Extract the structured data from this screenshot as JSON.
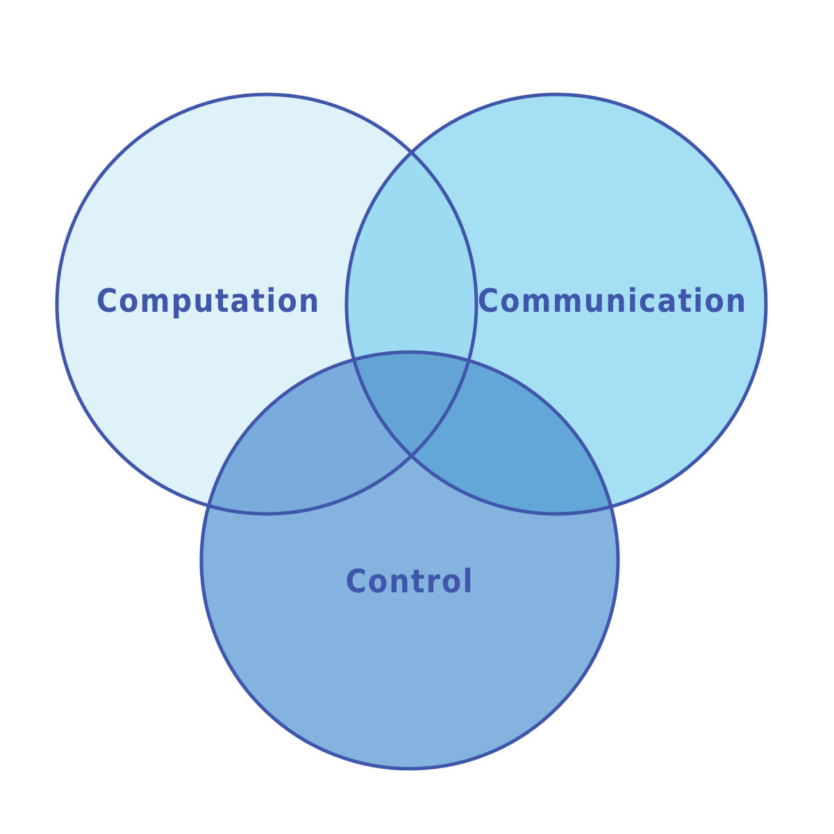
{
  "diagram": {
    "type": "venn",
    "colors": {
      "stroke": "#3f56aa",
      "label": "#3f56aa",
      "background": "#ffffff"
    },
    "sets": [
      {
        "id": "computation",
        "label": "Computation",
        "fill": "#dff1f9"
      },
      {
        "id": "communication",
        "label": "Communication",
        "fill": "#a4dff4"
      },
      {
        "id": "control",
        "label": "Control",
        "fill": "#84b3df"
      }
    ],
    "intersections": {
      "computation_communication": "#9cdbf2",
      "computation_control": "#79acdd",
      "communication_control": "#62a7d8",
      "all_three": "#64a4d5"
    }
  }
}
